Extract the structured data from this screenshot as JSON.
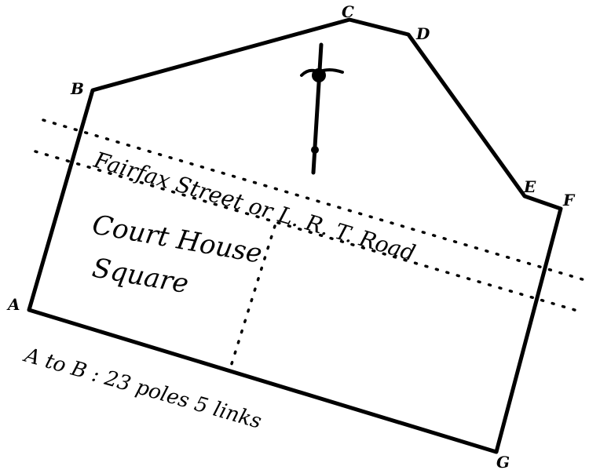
{
  "plat": {
    "vertices": [
      "A",
      "B",
      "C",
      "D",
      "E",
      "F",
      "G"
    ],
    "street_label": "Fairfax Street or L. R. T. Road",
    "parcel_label_line1": "Court House",
    "parcel_label_line2": "Square",
    "measurement": "A to B : 23 poles 5 links",
    "north_arrow": "north-arrow-icon"
  }
}
